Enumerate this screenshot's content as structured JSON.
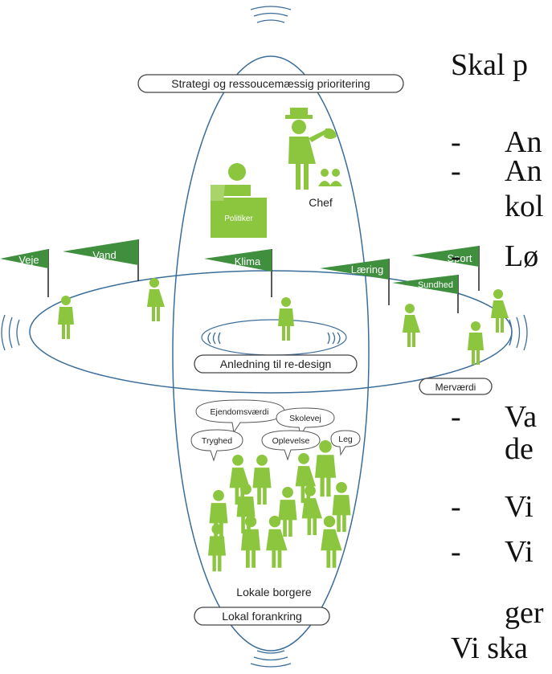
{
  "colors": {
    "green_dark": "#3f8f3f",
    "green_light": "#8cc63f",
    "blue_line": "#3a6d9a"
  },
  "diagram": {
    "top_pill": "Strategi og ressoucemæssig prioritering",
    "middle_pill": "Anledning til re-design",
    "right_pill": "Merværdi",
    "bottom_pill": "Lokal forankring",
    "chef_label": "Chef",
    "politiker_label": "Politiker",
    "citizens_label": "Lokale borgere",
    "flags": [
      "Veje",
      "Vand",
      "Klima",
      "Læring",
      "Sport",
      "Sundhed"
    ],
    "bubbles": [
      "Ejendomsværdi",
      "Skolevej",
      "Tryghed",
      "Oplevelse",
      "Leg"
    ]
  },
  "slide_text": {
    "line1": "Skal p",
    "line2": "An",
    "line3": "An",
    "line3b": "kol",
    "line4": "Lø",
    "line5": "Va",
    "line5b": "de",
    "line6": "Vi",
    "line7": "Vi",
    "line7b": "ger",
    "line8": "Vi ska",
    "dash": "-"
  }
}
